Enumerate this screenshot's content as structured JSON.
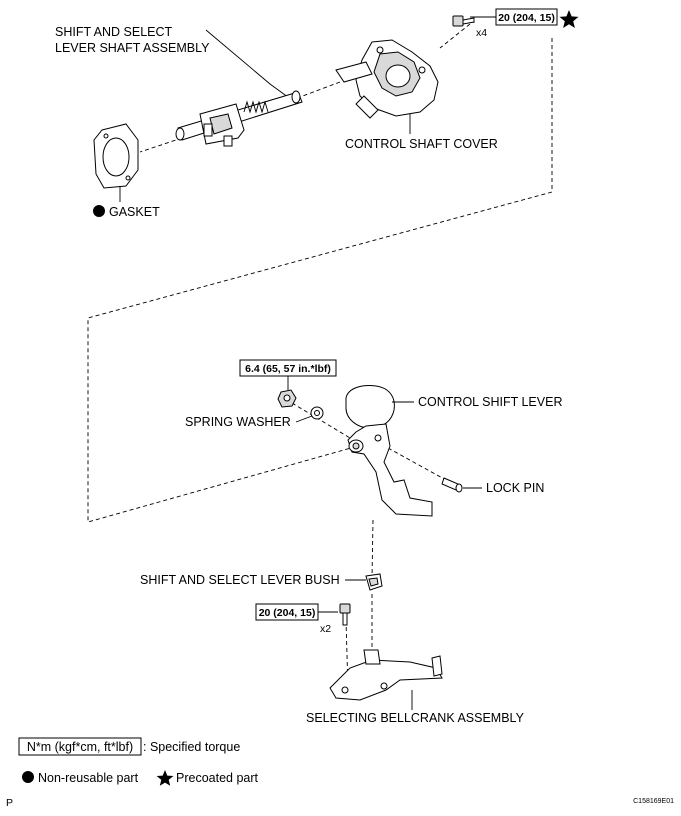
{
  "labels": {
    "shift_select_lever_shaft_line1": "SHIFT AND SELECT",
    "shift_select_lever_shaft_line2": "LEVER SHAFT ASSEMBLY",
    "control_shaft_cover": "CONTROL SHAFT COVER",
    "gasket": "GASKET",
    "control_shift_lever": "CONTROL SHIFT LEVER",
    "spring_washer": "SPRING WASHER",
    "lock_pin": "LOCK PIN",
    "shift_select_lever_bush": "SHIFT AND SELECT LEVER BUSH",
    "selecting_bellcrank_assembly": "SELECTING BELLCRANK ASSEMBLY"
  },
  "torques": {
    "cover_bolt": "20 (204, 15)",
    "cover_bolt_qty": "x4",
    "nut": "6.4 (65, 57 in.*lbf)",
    "bellcrank_bolt": "20 (204, 15)",
    "bellcrank_bolt_qty": "x2"
  },
  "legend": {
    "torque_units": "N*m (kgf*cm, ft*lbf)",
    "torque_desc": ": Specified torque",
    "non_reusable": "Non-reusable part",
    "precoated": "Precoated part"
  },
  "footer": {
    "left_code": "P",
    "right_code": "C158169E01"
  },
  "icons": {
    "non_reusable": "filled-circle-icon",
    "precoated": "star-icon"
  }
}
